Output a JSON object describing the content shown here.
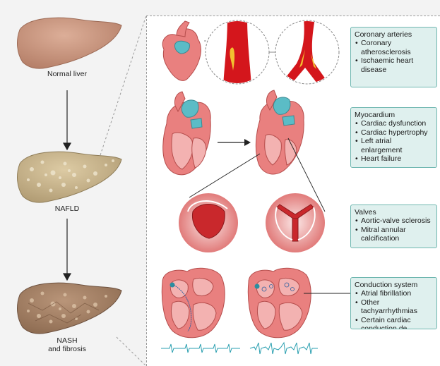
{
  "livers": [
    {
      "label": "Normal liver"
    },
    {
      "label": "NAFLD"
    },
    {
      "label": "NASH\nand fibrosis"
    }
  ],
  "boxes": [
    {
      "title": "Coronary arteries",
      "items": [
        "Coronary atherosclerosis",
        "Ischaemic heart disease"
      ]
    },
    {
      "title": "Myocardium",
      "items": [
        "Cardiac dysfunction",
        "Cardiac hypertrophy",
        "Left atrial enlargement",
        "Heart failure"
      ]
    },
    {
      "title": "Valves",
      "items": [
        "Aortic-valve sclerosis",
        "Mitral annular calcification"
      ]
    },
    {
      "title": "Conduction system",
      "items": [
        "Atrial fibrillation",
        "Other tachyarrhythmias",
        "Certain cardiac conduction de"
      ]
    }
  ],
  "colors": {
    "liver_normal": "#c9957e",
    "liver_nafld": "#c9b48d",
    "liver_nash": "#a8866a",
    "heart_red": "#e9807f",
    "vessel_blue": "#5bbcc6",
    "artery_red": "#d4161c",
    "plaque_yellow": "#f2c230",
    "box_fill": "#dff0ee",
    "box_border": "#6fb7b0"
  }
}
